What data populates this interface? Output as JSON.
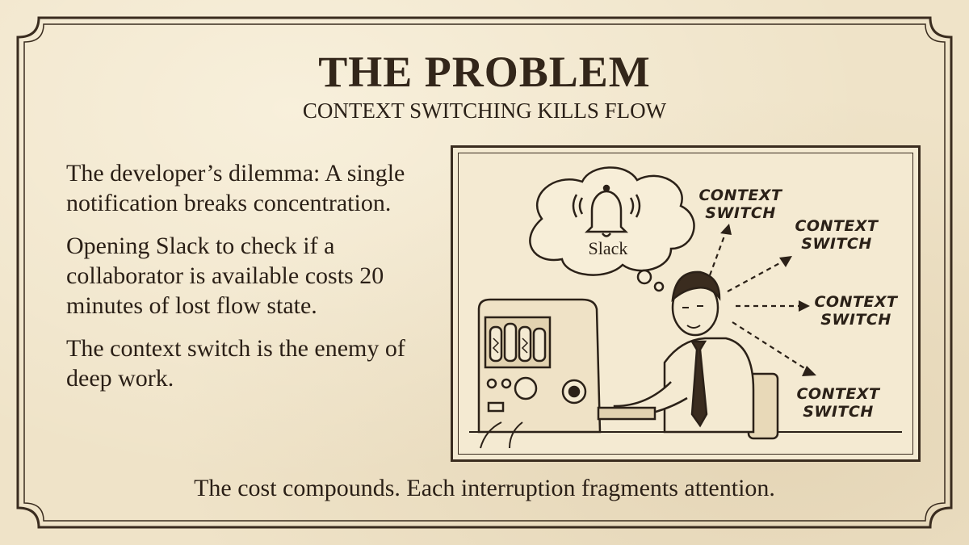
{
  "header": {
    "title": "THE PROBLEM",
    "subtitle": "CONTEXT SWITCHING KILLS FLOW"
  },
  "body": {
    "paragraphs": [
      "The developer’s dilemma: A single notification breaks concentration.",
      "Opening Slack to check if a collaborator is available costs 20 minutes of lost flow state.",
      "The context switch is the enemy of deep work."
    ]
  },
  "illustration": {
    "thought_bubble_label": "Slack",
    "context_switch_labels": [
      "CONTEXT SWITCH",
      "CONTEXT SWITCH",
      "CONTEXT SWITCH",
      "CONTEXT SWITCH"
    ],
    "icons": [
      "bell-icon",
      "vintage-computer",
      "developer-figure"
    ]
  },
  "footer": {
    "text": "The cost compounds. Each interruption fragments attention."
  },
  "colors": {
    "paper": "#efe3c8",
    "ink": "#2b2118"
  }
}
